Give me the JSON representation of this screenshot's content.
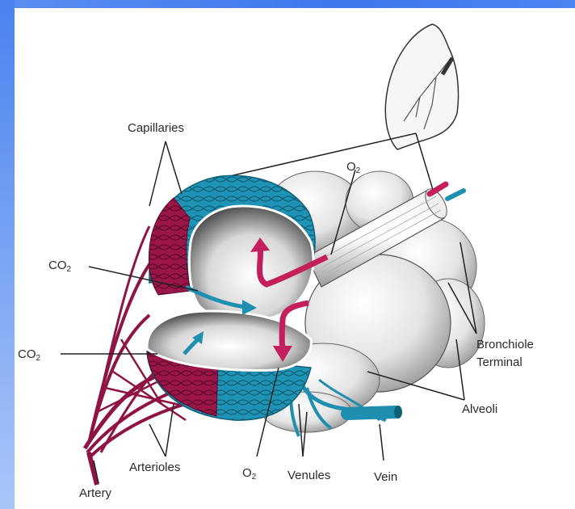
{
  "labels": {
    "capillaries": "Capillaries",
    "bronchiole": "Bronchiole",
    "terminal": "Terminal",
    "alveoli": "Alveoli",
    "arterioles": "Arterioles",
    "artery": "Artery",
    "venules": "Venules",
    "vein": "Vein"
  },
  "gases": {
    "o2_top": {
      "base": "O",
      "sub": "2"
    },
    "co2_upper": {
      "base": "CO",
      "sub": "2"
    },
    "co2_lower": {
      "base": "CO",
      "sub": "2"
    },
    "o2_bottom": {
      "base": "O",
      "sub": "2"
    }
  },
  "colors": {
    "capillary_blue": "#1f93b4",
    "capillary_red": "#9a1648",
    "flow_red": "#c41f5a",
    "flow_blue": "#1f8fb0",
    "frame_blue": "#3d78ee"
  }
}
